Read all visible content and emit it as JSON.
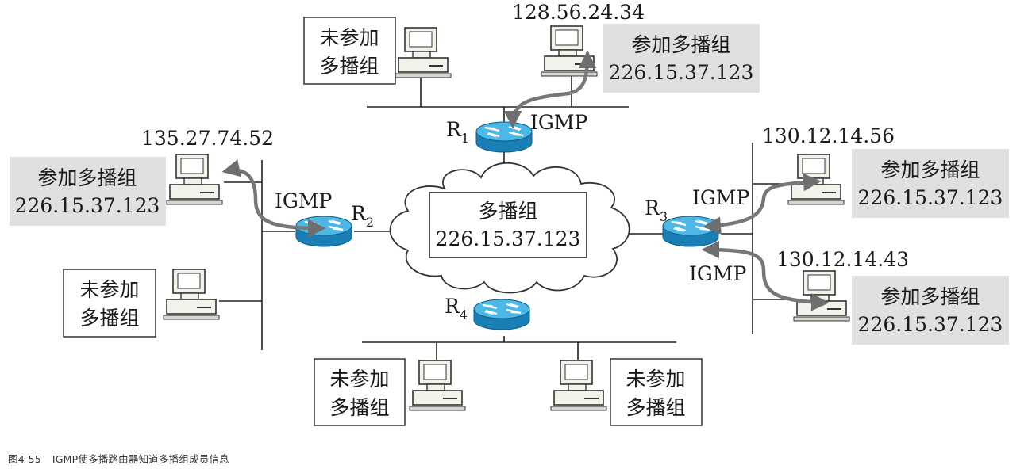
{
  "caption": {
    "figure_number": "图4-55",
    "text": "IGMP使多播路由器知道多播组成员信息"
  },
  "cloud": {
    "line1": "多播组",
    "line2": "226.15.37.123"
  },
  "routers": {
    "r1": {
      "letter": "R",
      "sub": "1"
    },
    "r2": {
      "letter": "R",
      "sub": "2"
    },
    "r3": {
      "letter": "R",
      "sub": "3"
    },
    "r4": {
      "letter": "R",
      "sub": "4"
    }
  },
  "igmp_label": "IGMP",
  "hosts": {
    "top_member_ip": "128.56.24.34",
    "left_member_ip": "135.27.74.52",
    "right_top_member_ip": "130.12.14.56",
    "right_bottom_member_ip": "130.12.14.43"
  },
  "member_label": {
    "line1": "参加多播组",
    "line2": "226.15.37.123"
  },
  "nonmember_label": {
    "line1": "未参加",
    "line2": "多播组"
  },
  "colors": {
    "router_top": "#4db8e6",
    "router_side": "#1a7fb5",
    "member_box": "#e0e0e0",
    "arrow": "#7a7a7a",
    "computer": "#f2f2ea"
  }
}
